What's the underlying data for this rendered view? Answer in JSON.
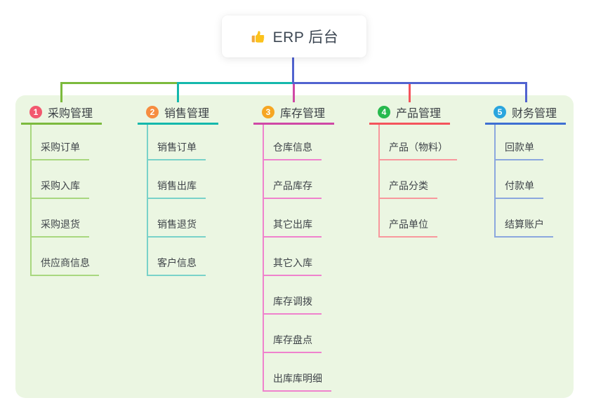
{
  "root": {
    "title": "ERP 后台",
    "icon": "thumbs-up-icon"
  },
  "colors": {
    "canvas_bg": "#ebf6e2",
    "trunk": "#5163d0",
    "root_text": "#3d4753",
    "topic_text": "#3b4045",
    "child_text": "#3f4449",
    "thumb_yellow": "#fcc21b",
    "thumb_sleeve": "#f2a93b"
  },
  "branches": [
    {
      "num": "1",
      "label": "采购管理",
      "badge_color": "#f2586e",
      "line_color": "#7cba3d",
      "light_color": "#a8d77f",
      "children": [
        "采购订单",
        "采购入库",
        "采购退货",
        "供应商信息"
      ]
    },
    {
      "num": "2",
      "label": "销售管理",
      "badge_color": "#f68d40",
      "line_color": "#14b8ac",
      "light_color": "#79d2c9",
      "children": [
        "销售订单",
        "销售出库",
        "销售退货",
        "客户信息"
      ]
    },
    {
      "num": "3",
      "label": "库存管理",
      "badge_color": "#f6a623",
      "line_color": "#cf48a6",
      "light_color": "#ef82cd",
      "children": [
        "仓库信息",
        "产品库存",
        "其它出库",
        "其它入库",
        "库存调拨",
        "库存盘点",
        "出库库明细"
      ]
    },
    {
      "num": "4",
      "label": "产品管理",
      "badge_color": "#27b94e",
      "line_color": "#f4545c",
      "light_color": "#f8989d",
      "children": [
        "产品（物料）",
        "产品分类",
        "产品单位"
      ]
    },
    {
      "num": "5",
      "label": "财务管理",
      "badge_color": "#2aa5de",
      "line_color": "#3e6fd2",
      "light_color": "#8ba7de",
      "children": [
        "回款单",
        "付款单",
        "结算账户"
      ]
    }
  ]
}
